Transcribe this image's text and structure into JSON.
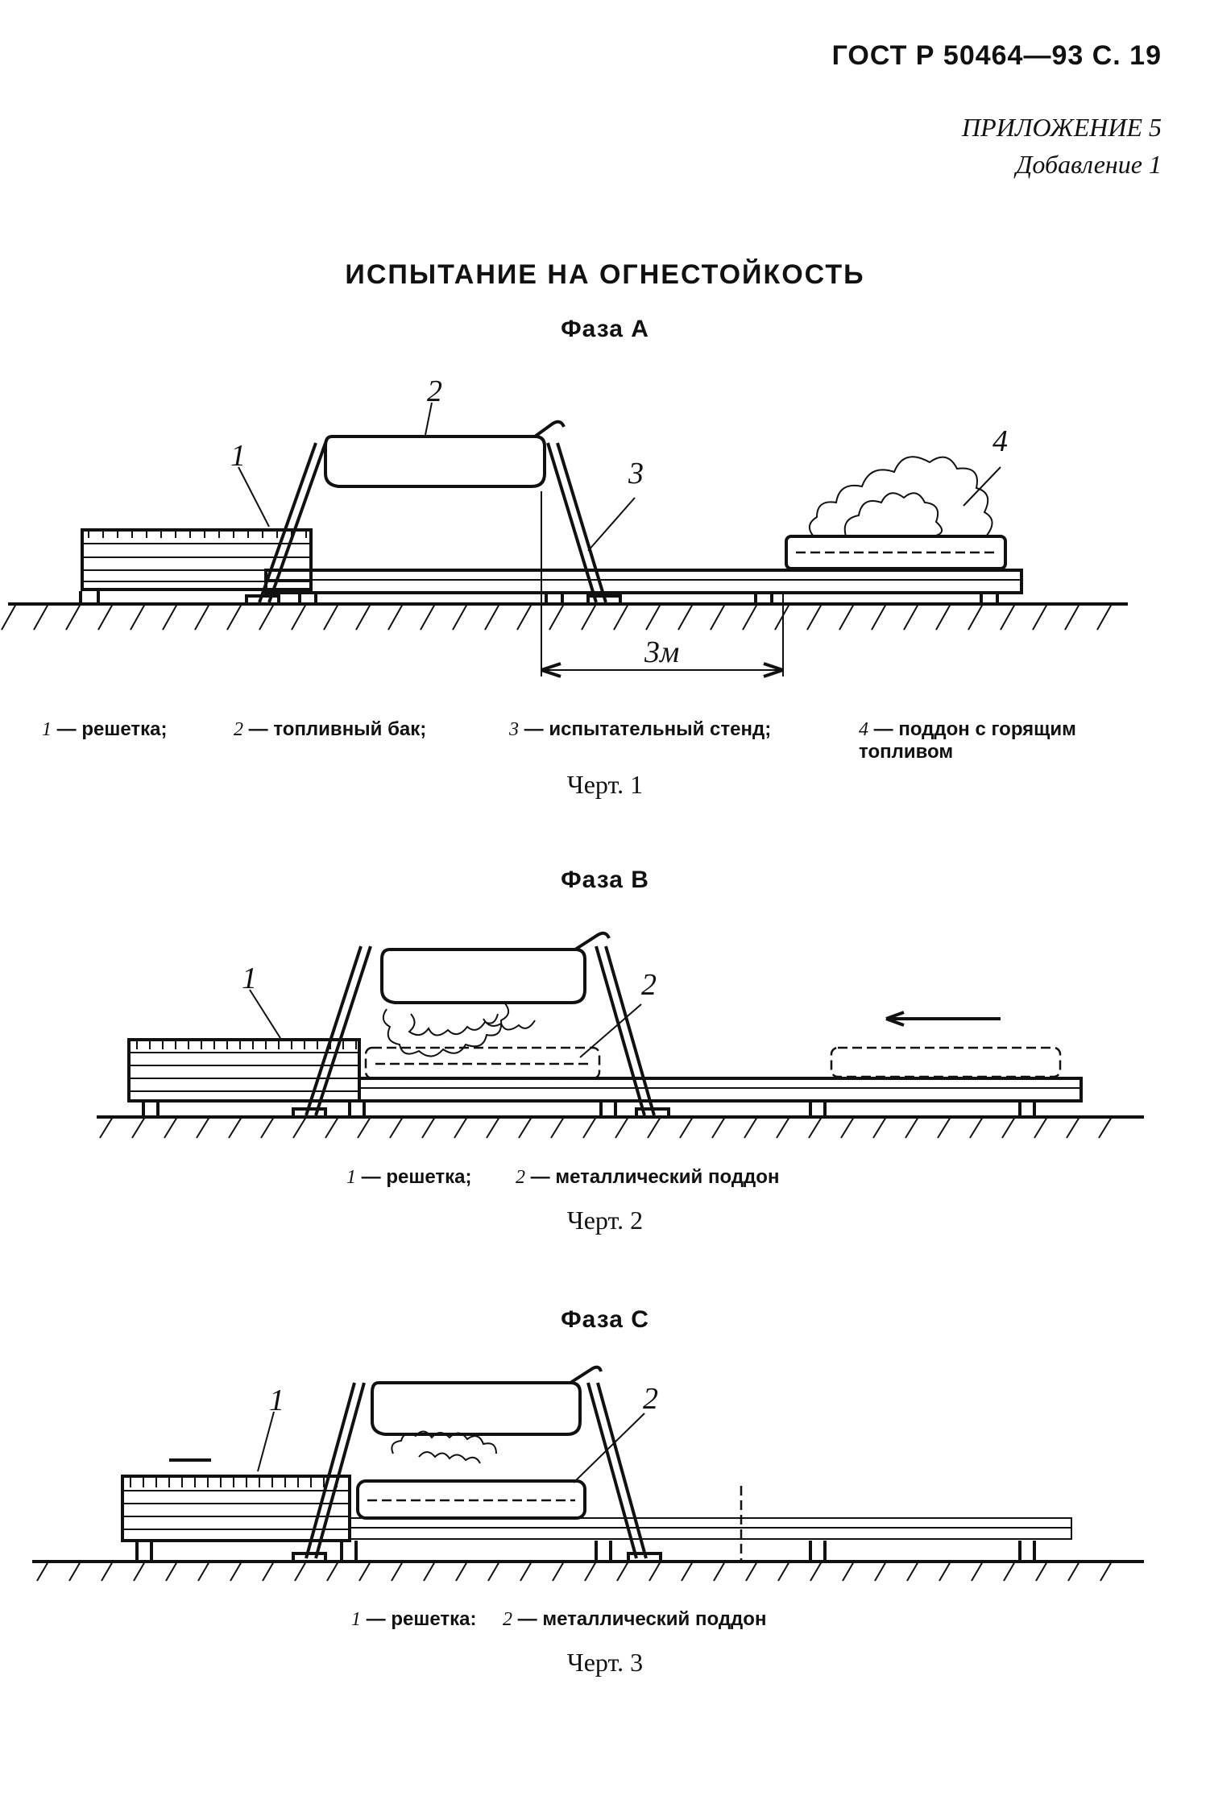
{
  "header": {
    "code": "ГОСТ Р 50464—93 С. 19"
  },
  "appendix": {
    "title": "ПРИЛОЖЕНИЕ 5",
    "subtitle": "Добавление 1"
  },
  "main_title": "ИСПЫТАНИЕ НА ОГНЕСТОЙКОСТЬ",
  "figures": [
    {
      "phase": "Фаза А",
      "callouts": [
        "1",
        "2",
        "3",
        "4"
      ],
      "dimension": "3м",
      "legend": [
        {
          "num": "1",
          "text": "— решетка;"
        },
        {
          "num": "2",
          "text": "— топливный бак;"
        },
        {
          "num": "3",
          "text": "— испытательный стенд;"
        },
        {
          "num": "4",
          "text": "— поддон с горящим топливом"
        }
      ],
      "caption": "Черт. 1"
    },
    {
      "phase": "Фаза В",
      "callouts": [
        "1",
        "2"
      ],
      "legend": [
        {
          "num": "1",
          "text": "— решетка;"
        },
        {
          "num": "2",
          "text": "— металлический поддон"
        }
      ],
      "caption": "Черт. 2"
    },
    {
      "phase": "Фаза С",
      "callouts": [
        "1",
        "2"
      ],
      "legend": [
        {
          "num": "1",
          "text": "— решетка:"
        },
        {
          "num": "2",
          "text": "— металлический поддон"
        }
      ],
      "caption": "Черт. 3"
    }
  ]
}
